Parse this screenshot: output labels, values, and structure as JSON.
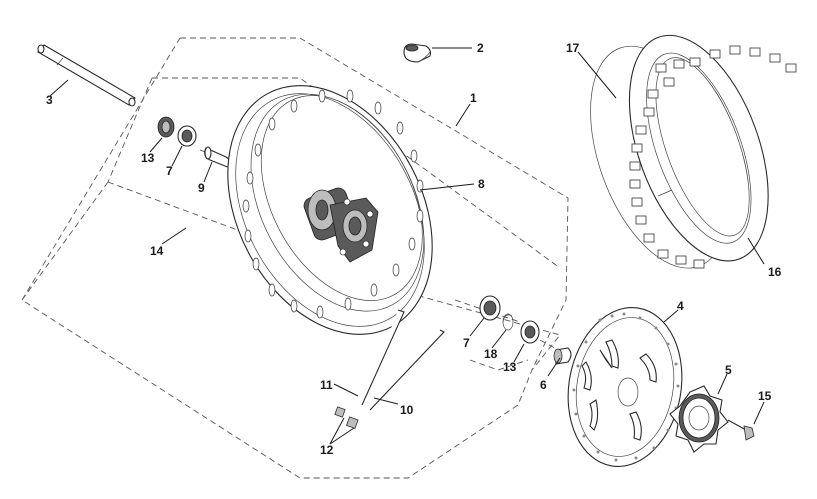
{
  "callouts": {
    "c1": "1",
    "c2": "2",
    "c3": "3",
    "c4": "4",
    "c5": "5",
    "c6": "6",
    "c7a": "7",
    "c7b": "7",
    "c8": "8",
    "c9": "9",
    "c10": "10",
    "c11": "11",
    "c12": "12",
    "c13a": "13",
    "c13b": "13",
    "c14": "14",
    "c15": "15",
    "c16": "16",
    "c17": "17",
    "c18": "18"
  },
  "colors": {
    "line": "#1a1a1a",
    "shade": "#bdbdbd",
    "dark": "#5a5a5a"
  }
}
